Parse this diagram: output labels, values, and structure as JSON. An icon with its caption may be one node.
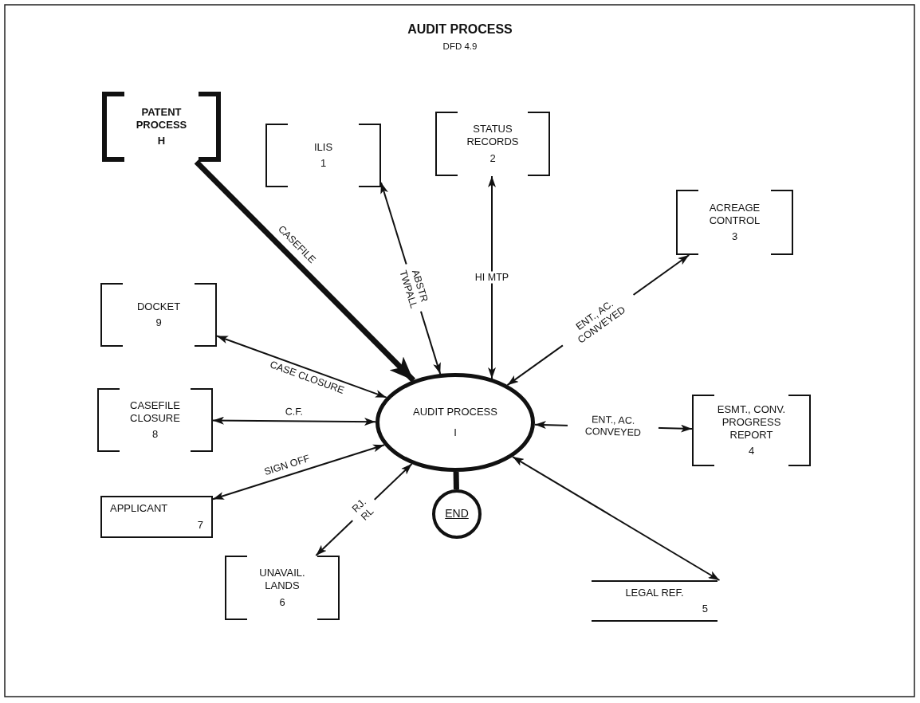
{
  "diagram": {
    "title": "AUDIT PROCESS",
    "nodes": [
      {
        "text": [
          "PATENT PROCESS",
          "H"
        ]
      },
      {
        "text": [
          "ILIS",
          "1"
        ]
      },
      {
        "text": [
          "STATUS RECORDS",
          "2"
        ]
      },
      {
        "text": [
          "ACREAGE CONTROL",
          "3"
        ]
      },
      {
        "text": [
          "DOCKET",
          "9"
        ]
      },
      {
        "text": [
          "AUDIT PROCESS",
          "I"
        ]
      },
      {
        "text": [
          "CASEFILE CLOSURE",
          "8"
        ]
      },
      {
        "text": [
          "ESMT., CONV. PROGRESS REPORT",
          "4"
        ]
      },
      {
        "text": [
          "APPLICANT",
          "7"
        ]
      },
      {
        "text": [
          "END"
        ]
      },
      {
        "text": [
          "UNAVAIL. LANDS",
          "6"
        ]
      },
      {
        "text": [
          "LEGAL REF.",
          "5"
        ]
      }
    ],
    "edges": [
      {
        "from": 0,
        "to": 5,
        "arrow": "to",
        "label": "CASEFILE",
        "style": "thick"
      },
      {
        "from": 1,
        "to": 5,
        "arrow": "both",
        "label": "ABSTR TWPALL"
      },
      {
        "from": 2,
        "to": 5,
        "arrow": "both",
        "label": "HI MTP"
      },
      {
        "from": 5,
        "to": 3,
        "arrow": "both",
        "label": "ENT., AC. CONVEYED"
      },
      {
        "from": 4,
        "to": 5,
        "arrow": "both",
        "label": "CASE CLOSURE"
      },
      {
        "from": 6,
        "to": 5,
        "arrow": "both",
        "label": "C.F."
      },
      {
        "from": 5,
        "to": 7,
        "arrow": "both",
        "label": "ENT., AC. CONVEYED"
      },
      {
        "from": 8,
        "to": 5,
        "arrow": "both",
        "label": "SIGN OFF"
      },
      {
        "from": 10,
        "to": 5,
        "arrow": "both",
        "label": "RJ. RL"
      },
      {
        "from": 5,
        "to": 9,
        "arrow": "none",
        "style": "thick"
      },
      {
        "from": 5,
        "to": 11,
        "arrow": "both"
      }
    ],
    "labels": [
      "DFD 4.9"
    ]
  }
}
